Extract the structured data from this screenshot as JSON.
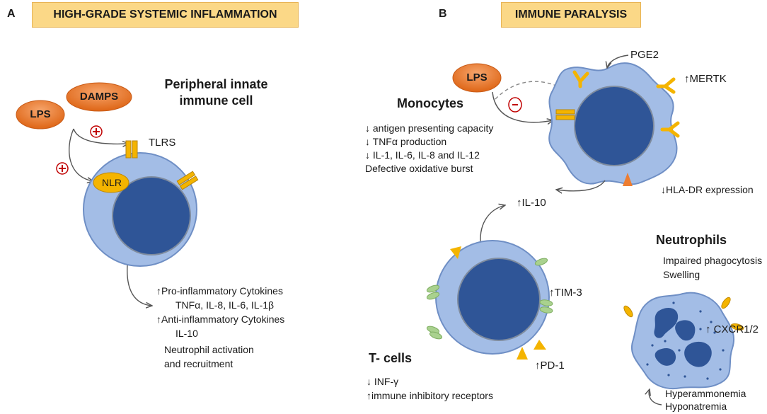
{
  "panel_a": {
    "letter": "A",
    "banner": "HIGH-GRADE SYSTEMIC INFLAMMATION",
    "lps": "LPS",
    "damps": "DAMPS",
    "plus_sign": "+",
    "tlrs": "TLRS",
    "nlr": "NLR",
    "cell_title_line1": "Peripheral innate",
    "cell_title_line2": "immune cell",
    "outcomes": [
      "↑Pro-inflammatory Cytokines",
      "TNFα, IL-8, IL-6, IL-1β",
      "↑Anti-inflammatory Cytokines",
      "IL-10",
      "Neutrophil activation",
      "and recruitment"
    ]
  },
  "panel_b": {
    "letter": "B",
    "banner": "IMMUNE PARALYSIS",
    "lps": "LPS",
    "minus_sign": "-",
    "pge2": "PGE2",
    "mertk": "↑MERTK",
    "monocytes_title": "Monocytes",
    "monocyte_effects": [
      "↓ antigen presenting capacity",
      "↓ TNFα production",
      "↓ IL-1, IL-6, IL-8 and IL-12",
      "Defective oxidative burst"
    ],
    "hla_dr": "↓HLA-DR expression",
    "il10": "↑IL-10",
    "tim3": "↑TIM-3",
    "pd1": "↑PD-1",
    "tcells_title": "T- cells",
    "tcell_effects": [
      "↓ INF-γ",
      "↑immune inhibitory receptors"
    ],
    "neutrophils_title": "Neutrophils",
    "neutrophil_effects": [
      "Impaired phagocytosis",
      "Swelling"
    ],
    "cxcr": "↑ CXCR1/2",
    "neutrophil_triggers": [
      "Hyperammonemia",
      "Hyponatremia"
    ]
  },
  "colors": {
    "banner_fill": "#fbd887",
    "cell_outer": "#a3bde6",
    "cell_nucleus": "#2f5597",
    "receptor": "#f4b400",
    "ligand_orange": "#ed7d31",
    "minus_red": "#c00000",
    "tim3_green": "#a9d18e"
  }
}
